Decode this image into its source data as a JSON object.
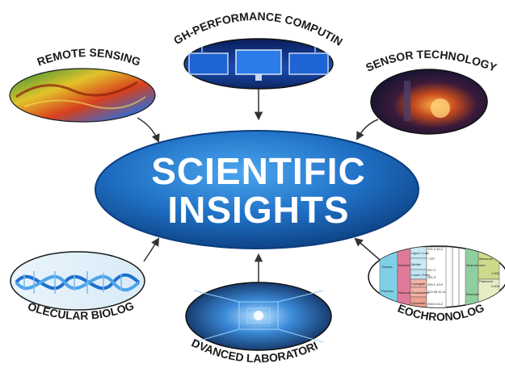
{
  "center": {
    "line1": "SCIENTIFIC",
    "line2": "INSIGHTS"
  },
  "nodes": {
    "remote_sensing": "REMOTE SENSING",
    "hpc": "HIGH-PERFORMANCE COMPUTING",
    "sensor_tech": "SENSOR TECHNOLOGY",
    "molecular_biology": "MOLECULAR BIOLOGY",
    "advanced_labs": "ADVANCED LABORATORIES",
    "geochronology": "GEOCHRONOLOGY"
  },
  "geochron_table": {
    "row_labels": [
      "Upper / Late",
      "Middle",
      "Lower / Early",
      "Lopingian",
      "Guadalupian",
      "Cisuralian"
    ],
    "values": [
      "201.3 ±0.2",
      "~237",
      "247.2",
      "251.9",
      "259.1 ±0.5",
      "272.95 ±0.11",
      "298.9 ±0.2"
    ],
    "side_labels": [
      "Triassic",
      "Permian",
      "Mesozoic",
      "Paleozoic"
    ],
    "right_labels": [
      "Mesozoic",
      "Paleozoic",
      "Neoproterozoic",
      "Ediacaran"
    ],
    "right_values": [
      "1,000",
      "2,500"
    ]
  },
  "colors": {
    "center_fill": "#1f6fc4",
    "center_edge": "#0d3f80",
    "arrow": "#333333"
  }
}
